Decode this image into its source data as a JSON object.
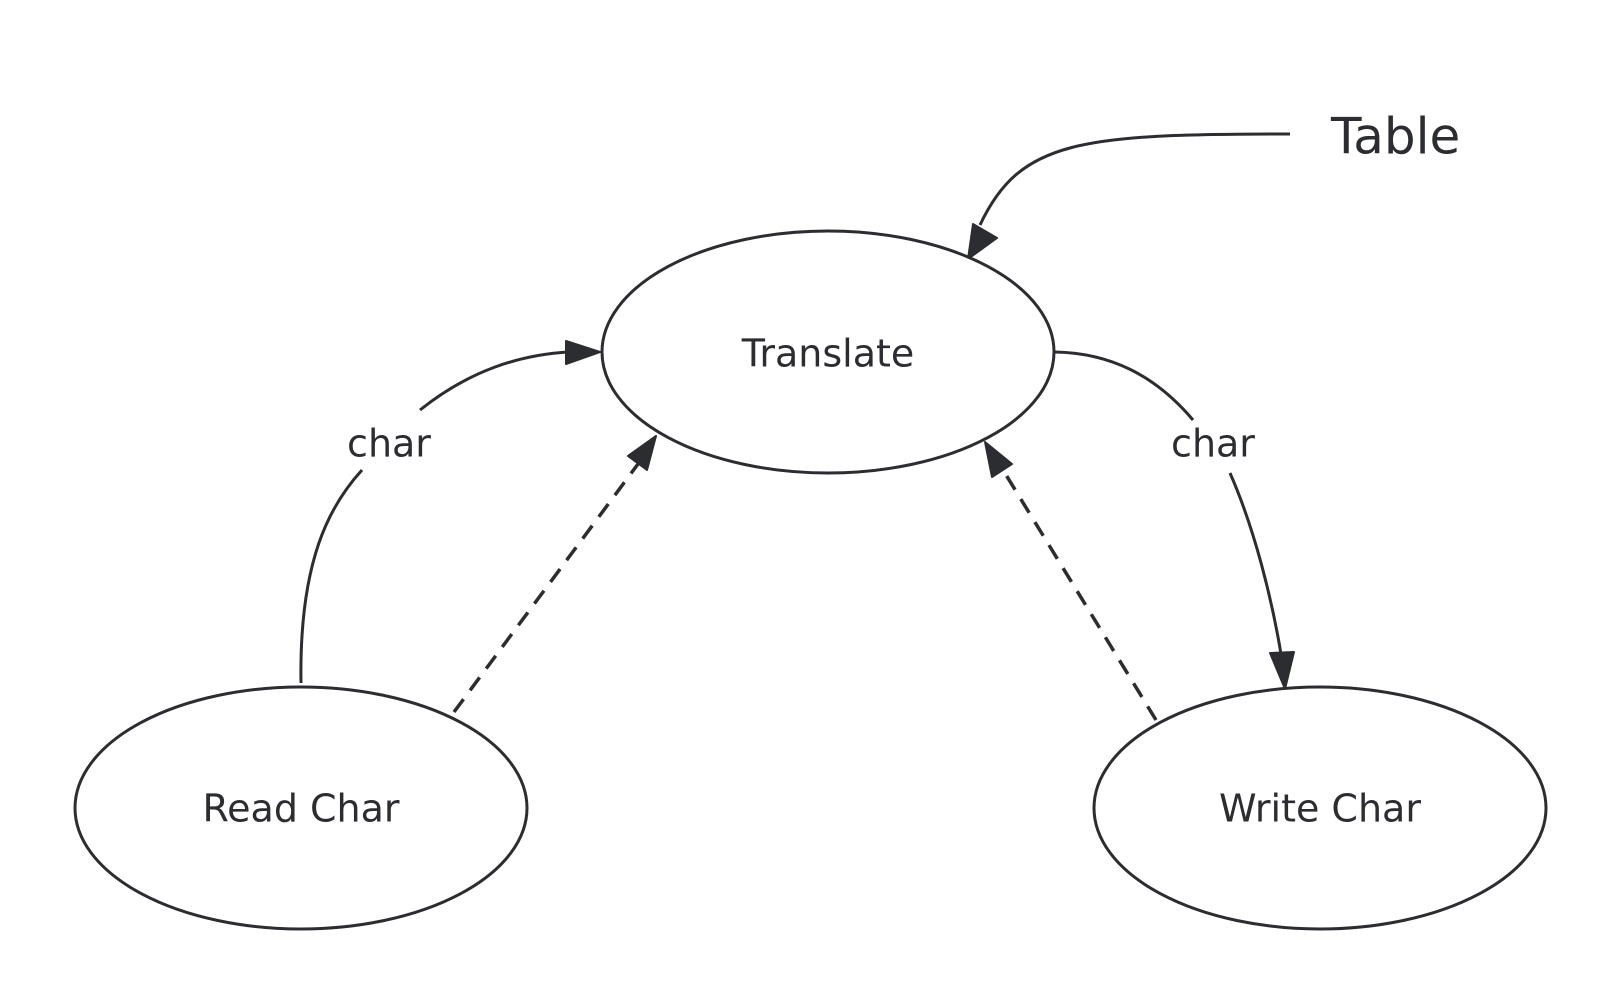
{
  "diagram": {
    "nodes": {
      "translate": {
        "label": "Translate"
      },
      "read_char": {
        "label": "Read Char"
      },
      "write_char": {
        "label": "Write Char"
      }
    },
    "external_source": {
      "label": "Table"
    },
    "edges": {
      "read_to_translate": {
        "label": "char",
        "style": "solid"
      },
      "translate_to_write": {
        "label": "char",
        "style": "solid"
      },
      "read_to_translate_control": {
        "label": "",
        "style": "dashed"
      },
      "write_to_translate_control": {
        "label": "",
        "style": "dashed"
      },
      "table_to_translate": {
        "label": "",
        "style": "solid"
      }
    },
    "colors": {
      "stroke": "#2b2d30",
      "background": "#ffffff"
    }
  }
}
